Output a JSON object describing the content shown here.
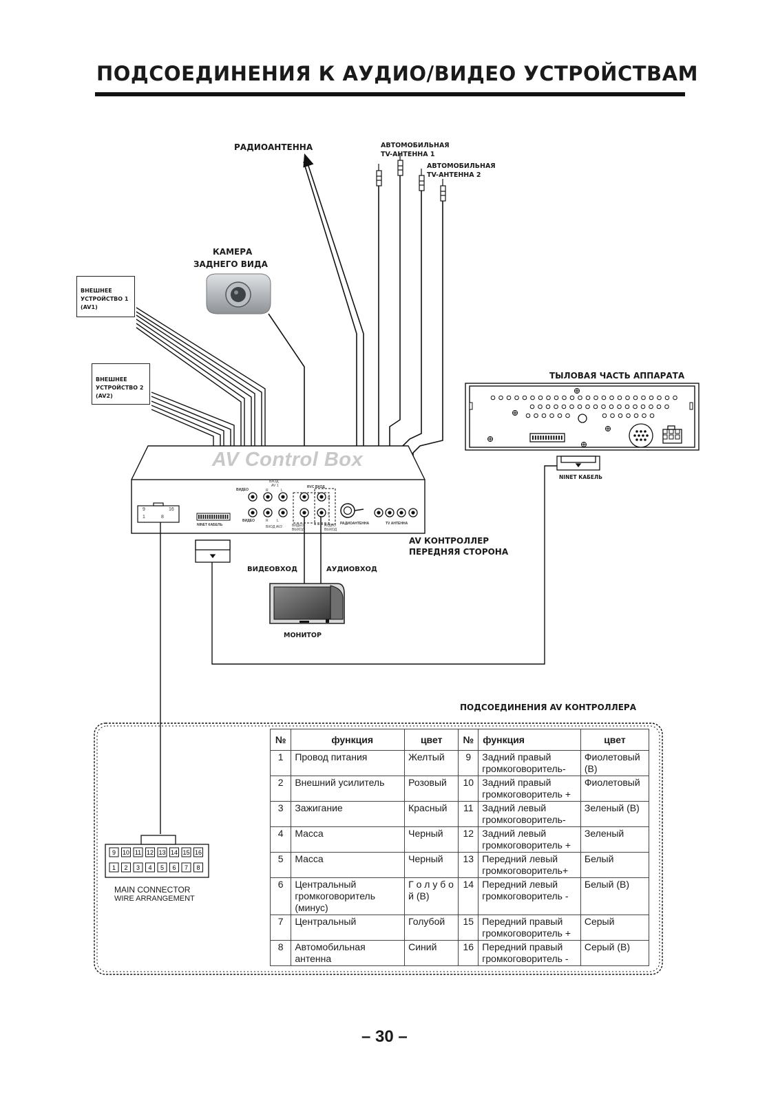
{
  "page_title": "ПОДСОЕДИНЕНИЯ К АУДИО/ВИДЕО УСТРОЙСТВАМ",
  "diagram": {
    "radio_antenna": "РАДИОАНТЕННА",
    "tv_antenna_1": [
      "АВТОМОБИЛЬНАЯ",
      "TV-АНТЕННА 1"
    ],
    "tv_antenna_2": [
      "АВТОМОБИЛЬНАЯ",
      "TV-АНТЕННА 2"
    ],
    "rear_camera": [
      "КАМЕРА",
      "ЗАДНЕГО ВИДА"
    ],
    "external_device_1": [
      "ВНЕШНЕЕ",
      "УСТРОЙСТВО 1",
      "(AV1)"
    ],
    "external_device_2": [
      "ВНЕШНЕЕ",
      "УСТРОЙСТВО 2",
      "(AV2)"
    ],
    "rear_panel": "ТЫЛОВАЯ ЧАСТЬ АППАРАТА",
    "ninet_cable": "NINET КАБЕЛЬ",
    "av_control_box": "AV Control Box",
    "av_controller": [
      "AV КОНТРОЛЛЕР",
      "ПЕРЕДНЯЯ СТОРОНА"
    ],
    "video_in": "ВИДЕОВХОД",
    "audio_in": "АУДИОВХОД",
    "monitor": "МОНИТОР",
    "panel": {
      "pin_9": "9",
      "pin_16": "16",
      "pin_1": "1",
      "pin_8": "8",
      "ninet_cable": "NINET КАБЕЛЬ",
      "video_top": "ВИДЕО",
      "video_bottom": "ВИДЕО",
      "input_av1": [
        "ВХОД",
        "AV 1"
      ],
      "input_av2": "ВХОД AV2",
      "r_top": "R",
      "l_top": "L",
      "r_bottom": "R",
      "l_bottom": "L",
      "rvc_input": "RVC ВХОД",
      "video_out": [
        "ВИДЕО",
        "ВЫХОД"
      ],
      "audio_out": [
        "АУДИО",
        "ВЫХОД"
      ],
      "r_out": "R",
      "l_out": "L",
      "radio_antenna": "РАДИОАНТЕННА",
      "tv_antenna": "TV АНТЕННА"
    }
  },
  "connections_title": "ПОДСОЕДИНЕНИЯ AV КОНТРОЛЛЕРА",
  "main_connector": {
    "top_pins": [
      "9",
      "10",
      "11",
      "12",
      "13",
      "14",
      "15",
      "16"
    ],
    "bottom_pins": [
      "1",
      "2",
      "3",
      "4",
      "5",
      "6",
      "7",
      "8"
    ],
    "label_line1": "MAIN CONNECTOR",
    "label_line2": "WIRE ARRANGEMENT"
  },
  "wire_table": {
    "headers": [
      "№",
      "функция",
      "цвет",
      "№",
      "функция",
      "цвет"
    ],
    "rows": [
      [
        "1",
        "Провод питания",
        "Желтый",
        "9",
        "Задний правый громкоговоритель-",
        "Фиолетовый (В)"
      ],
      [
        "2",
        "Внешний усилитель",
        "Розовый",
        "10",
        "Задний правый громкоговоритель +",
        "Фиолетовый"
      ],
      [
        "3",
        "Зажигание",
        "Красный",
        "11",
        "Задний левый громкоговоритель-",
        "Зеленый (В)"
      ],
      [
        "4",
        "Масса",
        "Черный",
        "12",
        "Задний левый громкоговоритель +",
        "Зеленый"
      ],
      [
        "5",
        "Масса",
        "Черный",
        "13",
        "Передний левый громкоговоритель+",
        "Белый"
      ],
      [
        "6",
        "Центральный громкоговоритель (минус)",
        "Г о л у б о й (В)",
        "14",
        "Передний левый громкоговоритель -",
        "Белый (В)"
      ],
      [
        "7",
        "Центральный",
        "Голубой",
        "15",
        "Передний правый громкоговоритель +",
        "Серый"
      ],
      [
        "8",
        "Автомобильная антенна",
        "Синий",
        "16",
        "Передний правый громкоговоритель -",
        "Серый (В)"
      ]
    ]
  },
  "page_number": "– 30 –"
}
